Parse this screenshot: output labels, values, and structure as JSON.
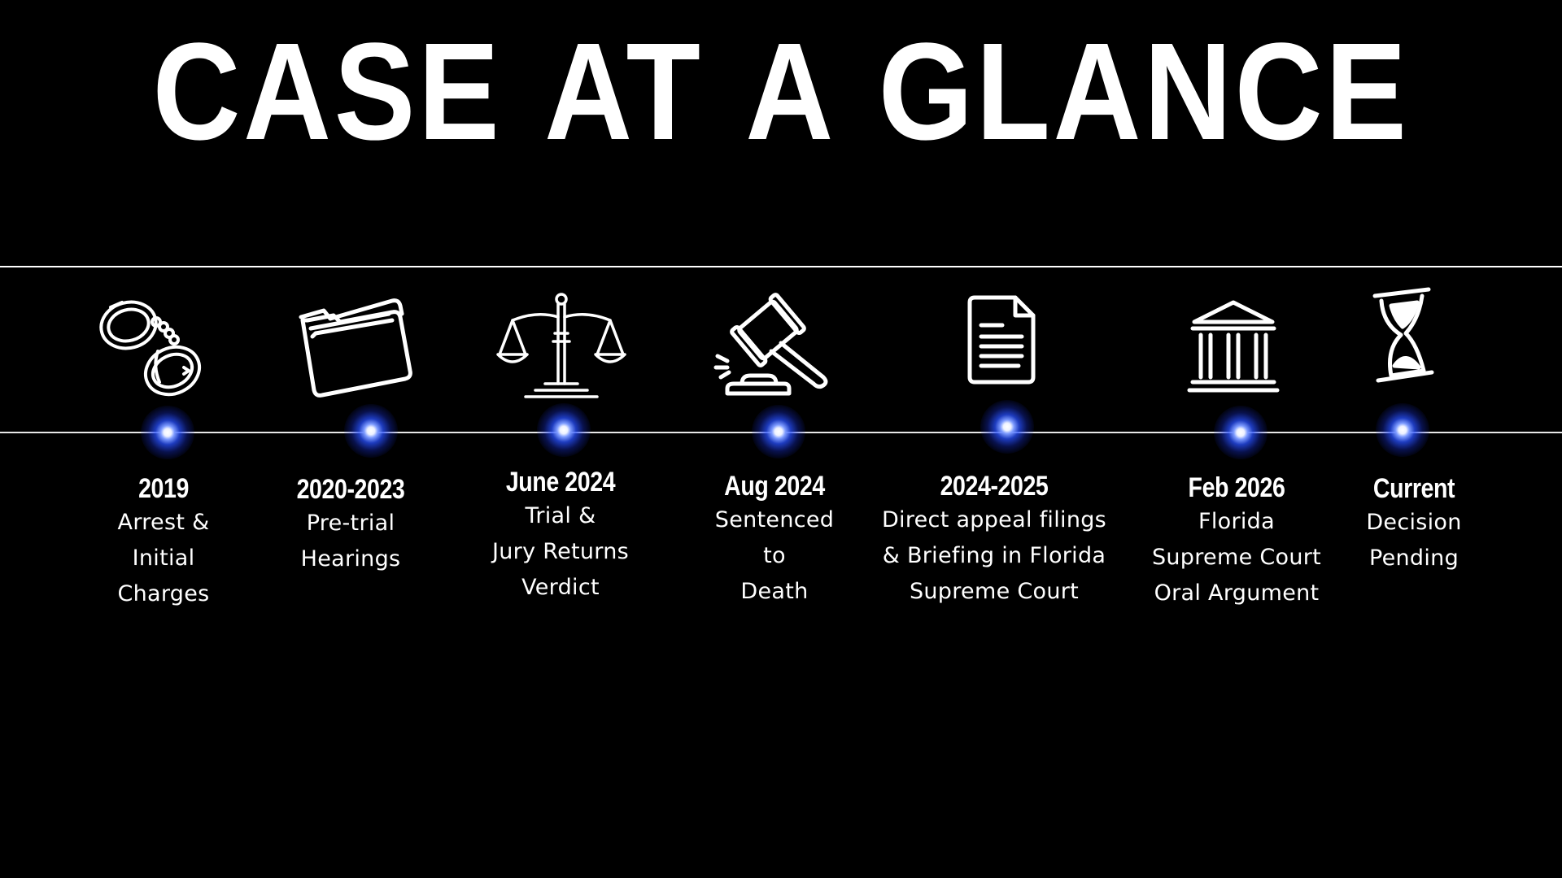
{
  "title": "CASE AT A GLANCE",
  "accent_color": "#2f5bff",
  "events": [
    {
      "icon": "handcuffs-icon",
      "date": "2019",
      "description": "Arrest &\nInitial\nCharges"
    },
    {
      "icon": "folder-icon",
      "date": "2020-2023",
      "description": "Pre-trial\nHearings"
    },
    {
      "icon": "scales-of-justice-icon",
      "date": "June 2024",
      "description": "Trial &\nJury Returns\nVerdict"
    },
    {
      "icon": "gavel-icon",
      "date": "Aug 2024",
      "description": "Sentenced\nto\nDeath"
    },
    {
      "icon": "document-icon",
      "date": "2024-2025",
      "description": "Direct appeal filings\n& Briefing in Florida\nSupreme Court"
    },
    {
      "icon": "courthouse-icon",
      "date": "Feb 2026",
      "description": "Florida\nSupreme Court\nOral Argument"
    },
    {
      "icon": "hourglass-icon",
      "date": "Current",
      "description": "Decision\nPending"
    }
  ]
}
